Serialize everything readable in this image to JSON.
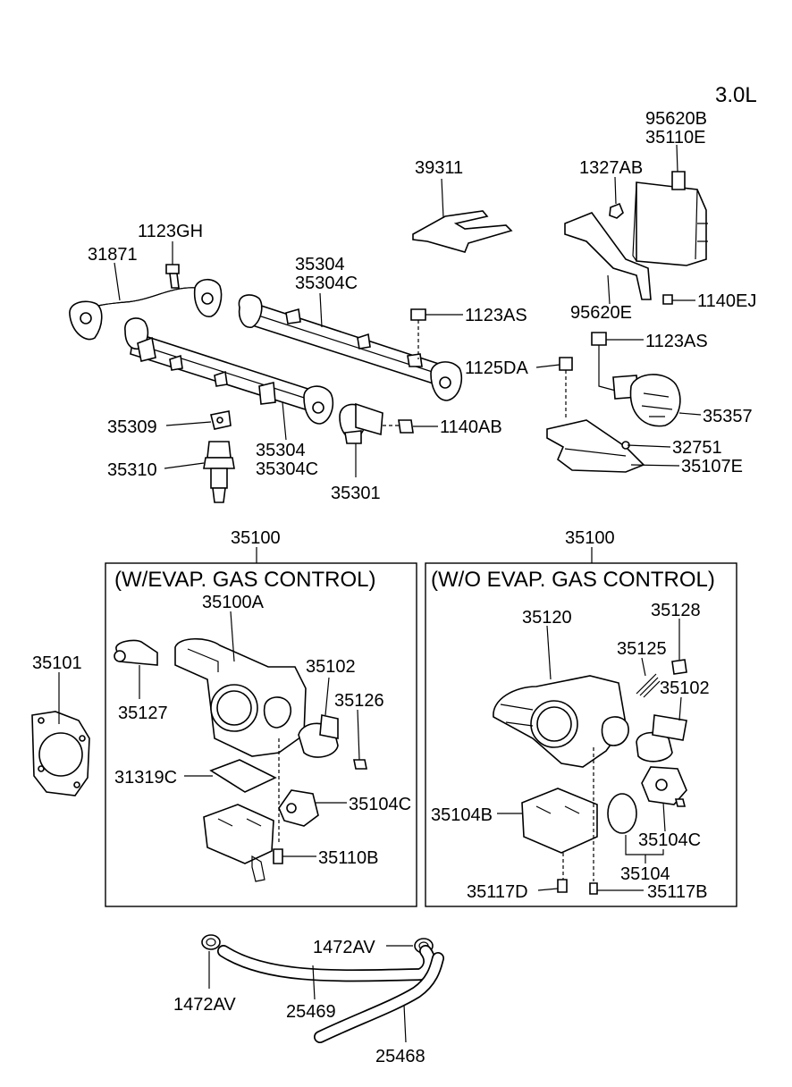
{
  "engine": "3.0L",
  "sections": {
    "left": {
      "number": "35100",
      "title": "(W/EVAP. GAS CONTROL)"
    },
    "right": {
      "number": "35100",
      "title": "(W/O EVAP. GAS CONTROL)"
    }
  },
  "labels": {
    "p95620B": "95620B",
    "p35110E": "35110E",
    "p1327AB": "1327AB",
    "p39311": "39311",
    "p1123GH": "1123GH",
    "p31871": "31871",
    "p35304_top": "35304",
    "p35304C_top": "35304C",
    "p1123AS_a": "1123AS",
    "p95620E": "95620E",
    "p1140EJ": "1140EJ",
    "p1123AS_b": "1123AS",
    "p1125DA": "1125DA",
    "p35357": "35357",
    "p35309": "35309",
    "p1140AB": "1140AB",
    "p35304_bot": "35304",
    "p35304C_bot": "35304C",
    "p32751": "32751",
    "p35310": "35310",
    "p35107E": "35107E",
    "p35301": "35301",
    "p35101": "35101",
    "p35100A": "35100A",
    "p35102_l": "35102",
    "p35126": "35126",
    "p35127": "35127",
    "p31319C": "31319C",
    "p35104C_l": "35104C",
    "p35110B": "35110B",
    "p35120": "35120",
    "p35128": "35128",
    "p35125": "35125",
    "p35102_r": "35102",
    "p35104B": "35104B",
    "p35104C_r": "35104C",
    "p35104": "35104",
    "p35117D": "35117D",
    "p35117B": "35117B",
    "p1472AV_r": "1472AV",
    "p1472AV_l": "1472AV",
    "p25469": "25469",
    "p25468": "25468"
  }
}
